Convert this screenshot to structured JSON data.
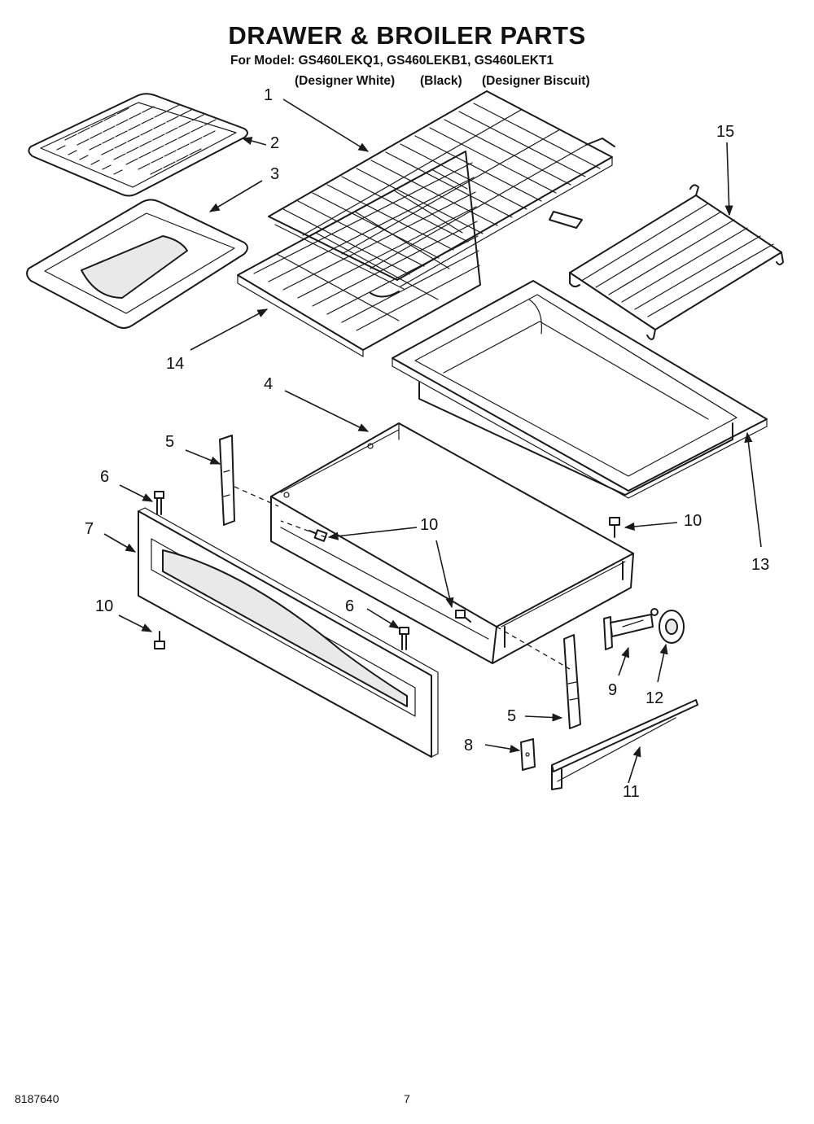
{
  "header": {
    "title": "DRAWER & BROILER PARTS",
    "models_line": "For Model: GS460LEKQ1, GS460LEKB1, GS460LEKT1",
    "variants": [
      "(Designer White)",
      "(Black)",
      "(Designer Biscuit)"
    ]
  },
  "callouts": [
    "1",
    "2",
    "3",
    "15",
    "14",
    "4",
    "5",
    "6",
    "7",
    "10",
    "10",
    "13",
    "10",
    "6",
    "9",
    "12",
    "5",
    "8",
    "11"
  ],
  "footer": {
    "doc_number": "8187640",
    "page_number": "7"
  }
}
